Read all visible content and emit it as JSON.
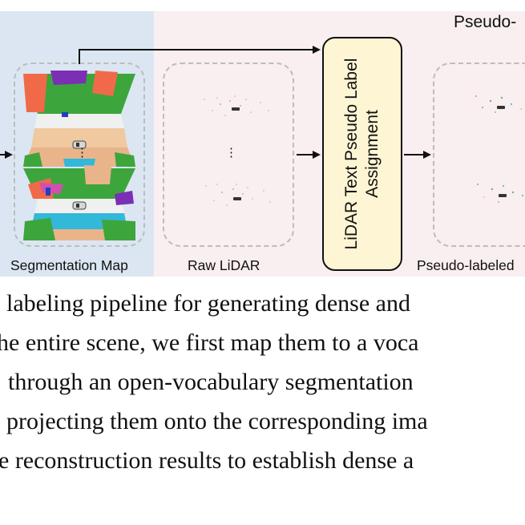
{
  "figure": {
    "top_label": "Pseudo-",
    "assign_box": {
      "line1": "LiDAR Text Pseudo Label",
      "line2": "Assignment"
    },
    "labels": {
      "segmentation": "Segmentation Map",
      "raw_lidar": "Raw LiDAR",
      "pseudo_labeled": "Pseudo-labeled"
    },
    "ellipsis": "⋮",
    "colors": {
      "left_panel_bg": "#dbe6f2",
      "right_panel_bg": "#f9eef0",
      "assign_box_fill": "#fdf5d3",
      "dashed_border": "#bdbdbd"
    }
  },
  "caption": {
    "lines": [
      "labeling pipeline for generating dense and",
      "he entire scene, we first map them to a voca",
      "through an open-vocabulary segmentation",
      "projecting them onto the corresponding ima",
      "e reconstruction results to establish dense a"
    ]
  }
}
